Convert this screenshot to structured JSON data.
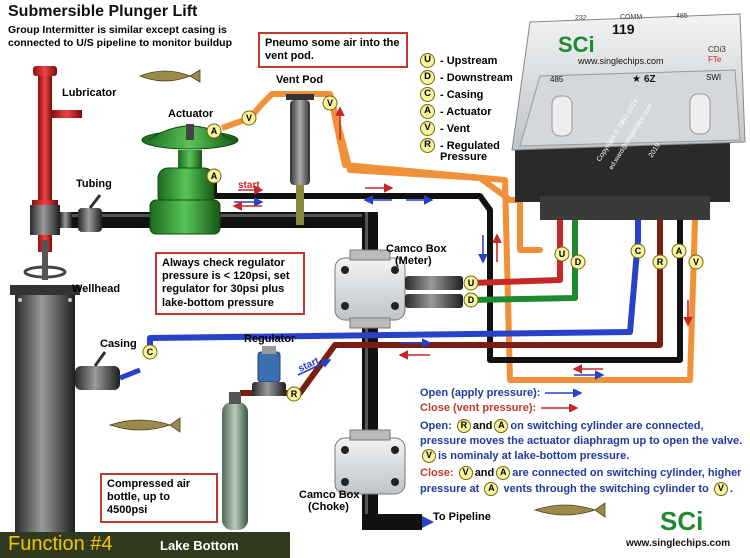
{
  "title": "Submersible Plunger Lift",
  "subtitle_line1": "Group Intermitter is similar  except casing is",
  "subtitle_line2": "connected to U/S pipeline to monitor buildup",
  "labels": {
    "lubricator": "Lubricator",
    "tubing": "Tubing",
    "wellhead": "Wellhead",
    "casing": "Casing",
    "actuator": "Actuator",
    "vent_pod": "Vent Pod",
    "regulator": "Regulator",
    "camco_meter_1": "Camco Box",
    "camco_meter_2": "(Meter)",
    "camco_choke_1": "Camco Box",
    "camco_choke_2": "(Choke)",
    "to_pipeline": "To Pipeline",
    "start_top": "start",
    "start_reg": "start"
  },
  "notes": {
    "pneumo": "Pneumo some air into the vent pod.",
    "regulator_check": "Always check regulator pressure is < 120psi, set regulator for 30psi plus lake-bottom pressure",
    "bottle": "Compressed air bottle, up to 4500psi"
  },
  "legend": [
    {
      "key": "U",
      "label": "- Upstream"
    },
    {
      "key": "D",
      "label": "- Downstream"
    },
    {
      "key": "C",
      "label": "- Casing"
    },
    {
      "key": "A",
      "label": "- Actuator"
    },
    {
      "key": "V",
      "label": "- Vent"
    },
    {
      "key": "R",
      "label": "- Regulated"
    }
  ],
  "legend_cont": "Pressure",
  "device": {
    "model": "119",
    "brand": "SCi",
    "product": "CDi3",
    "product_sub": "FTe",
    "url": "www.singlechips.com",
    "variant": "6Z",
    "port_left": "485",
    "port_right": "SWI",
    "top_left": "232",
    "top_mid": "COMM",
    "top_right": "485",
    "copyright": "Copyright © 1991-2019",
    "email": "ed.ward@singlechips.com",
    "year": "2019"
  },
  "explain": {
    "open_apply": "Open (apply pressure):",
    "close_vent": "Close  (vent pressure):",
    "open_label": "Open:",
    "open_and": "and",
    "open_rest": "on switching cylinder are connected,",
    "open_line2": "pressure moves the actuator diaphragm up to open the valve.",
    "open_line3": "is nominaly at lake-bottom pressure.",
    "close_label": "Close:",
    "close_and": "and",
    "close_rest": "are connected on switching cylinder, higher",
    "close_line2a": "pressure at",
    "close_line2b": "vents through the switching cylinder to",
    "close_line2c": "."
  },
  "badges": {
    "U": "U",
    "D": "D",
    "C": "C",
    "A": "A",
    "V": "V",
    "R": "R"
  },
  "footer": {
    "function": "Function #4",
    "mode": "Lake Bottom",
    "brand": "SCi",
    "url": "www.singlechips.com"
  },
  "colors": {
    "upstream": "#c62828",
    "downstream": "#1e8a2e",
    "casing": "#2742c9",
    "actuator": "#111111",
    "vent": "#f0913a",
    "regulated": "#7a1d12",
    "note_border": "#c0392b",
    "badge_fill": "#fbf3a1"
  }
}
